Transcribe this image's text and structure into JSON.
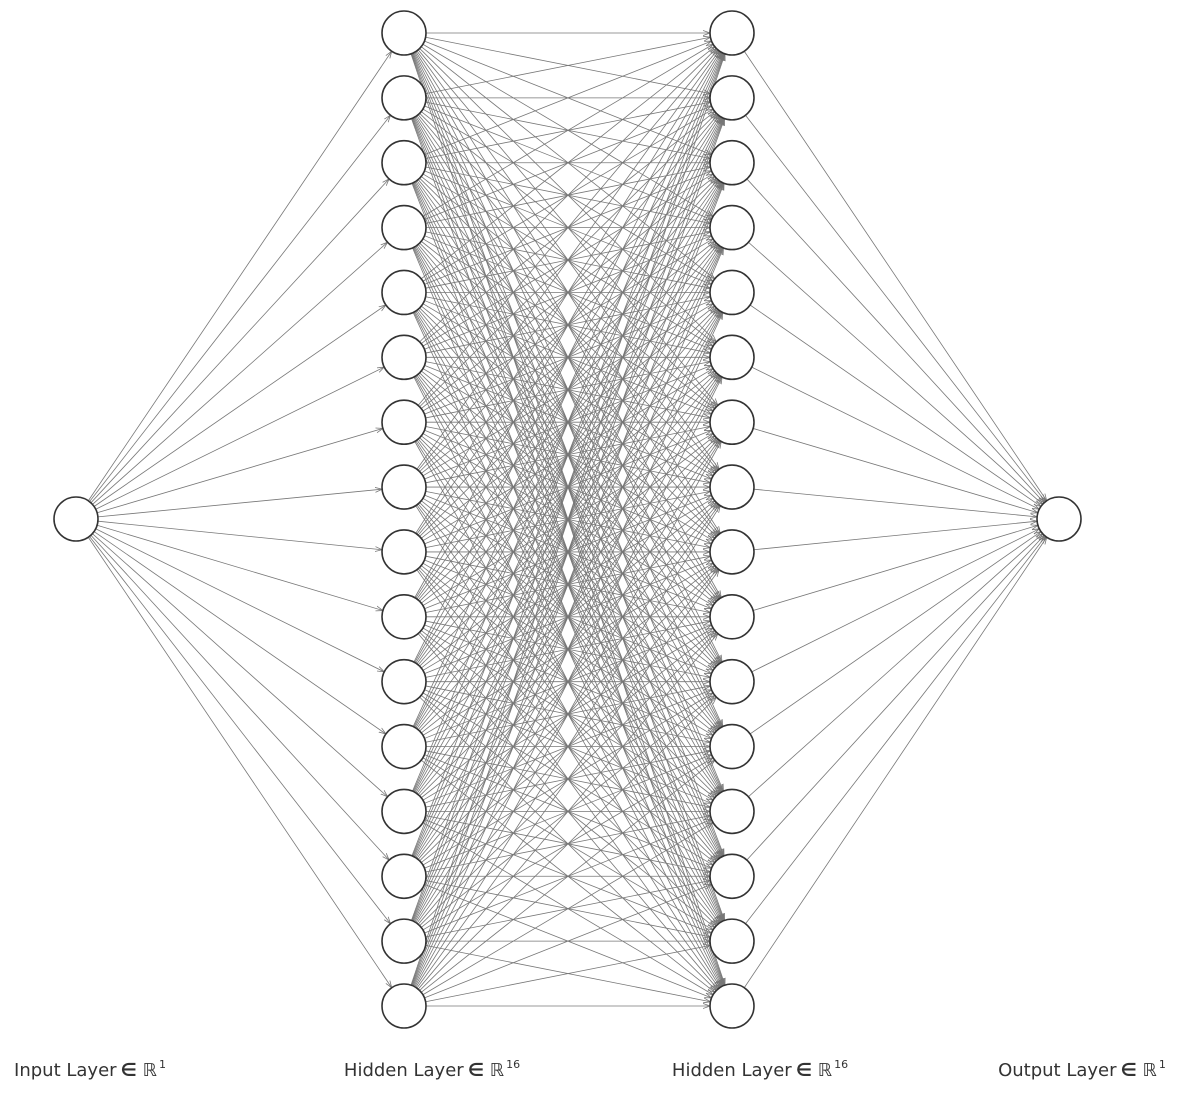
{
  "diagram": {
    "type": "neural-network",
    "layers": [
      {
        "name": "input",
        "label": "Input Layer",
        "symbol": "∈",
        "field": "ℝ",
        "size": 1
      },
      {
        "name": "hidden-1",
        "label": "Hidden Layer",
        "symbol": "∈",
        "field": "ℝ",
        "size": 16
      },
      {
        "name": "hidden-2",
        "label": "Hidden Layer",
        "symbol": "∈",
        "field": "ℝ",
        "size": 16
      },
      {
        "name": "output",
        "label": "Output Layer",
        "symbol": "∈",
        "field": "ℝ",
        "size": 1
      }
    ],
    "connections": "fully-connected",
    "colors": {
      "edge": "#777777",
      "node_stroke": "#333333",
      "node_fill": "#ffffff",
      "label": "#333333"
    }
  }
}
